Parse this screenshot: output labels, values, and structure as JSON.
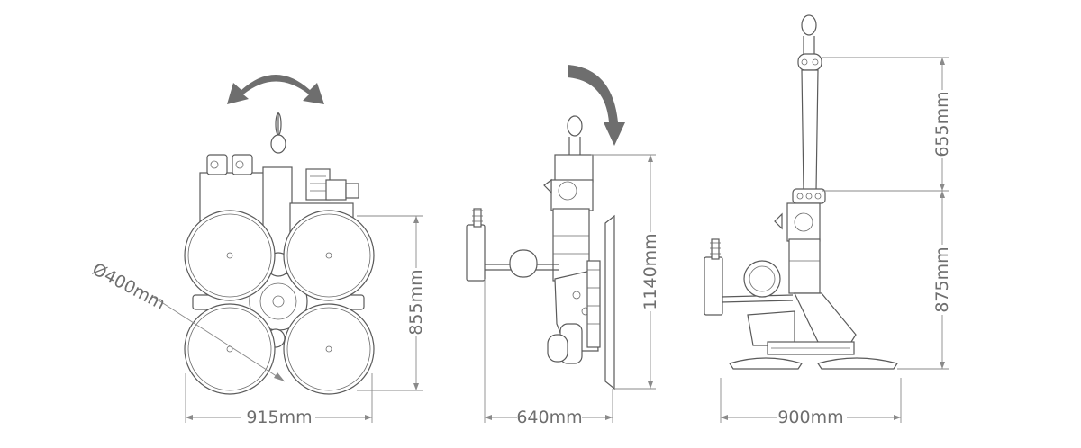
{
  "dimensions": {
    "front_width": "915mm",
    "front_height": "855mm",
    "pad_diameter": "Ø400mm",
    "side_width": "640mm",
    "side_height": "1140mm",
    "right_width": "900mm",
    "right_upper_height": "655mm",
    "right_lower_height": "875mm"
  },
  "colors": {
    "line": "#5a5a5a",
    "dimension": "#8a8a8a",
    "arrow": "#6e6e6e"
  }
}
